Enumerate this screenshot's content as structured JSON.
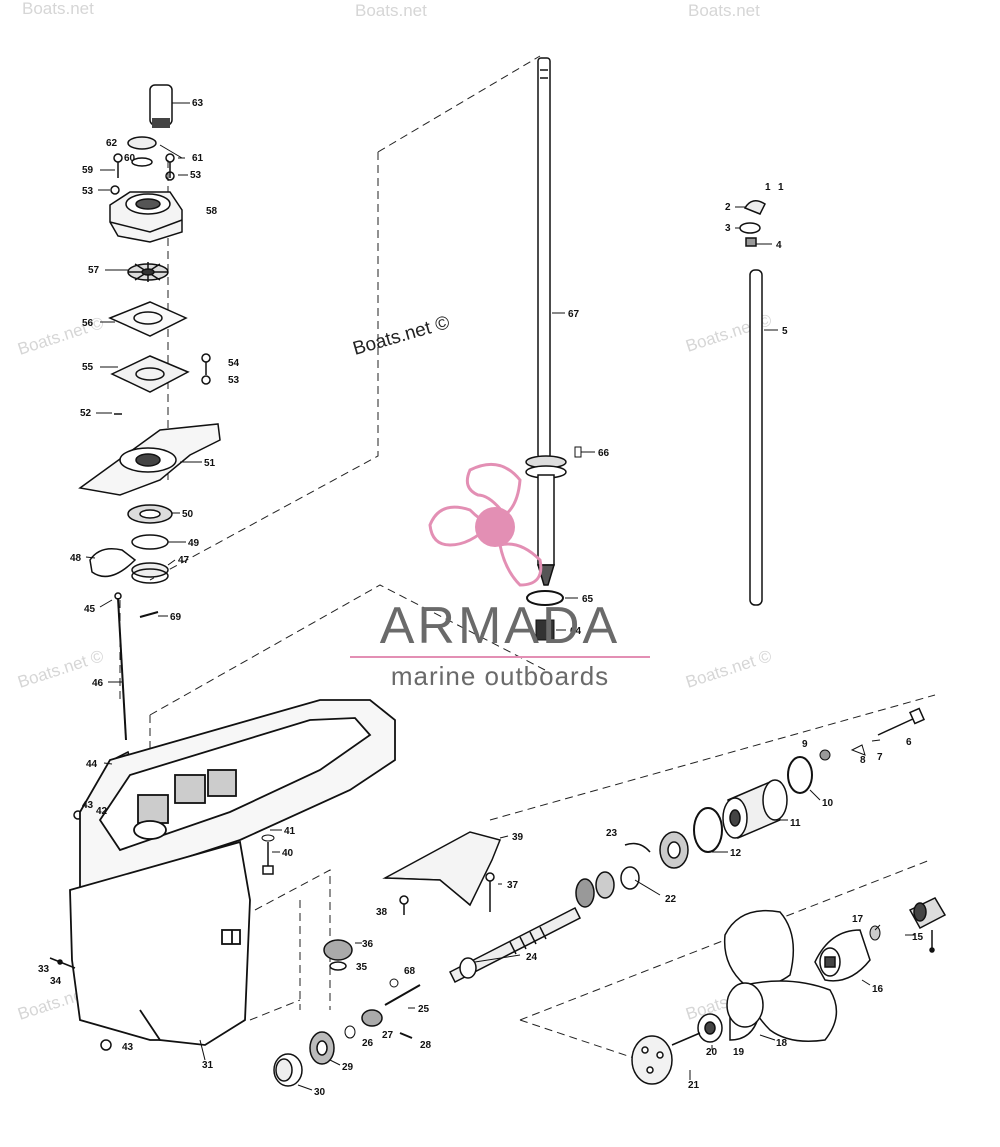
{
  "watermarks": {
    "corner": "Boats.net",
    "main": "Boats.net ©",
    "faint": "Boats.net ©"
  },
  "brand": {
    "name": "ARMADA",
    "tagline": "marine outboards",
    "accent_color": "#e38fb4",
    "text_color": "#6a6a6a"
  },
  "callouts": [
    {
      "id": "c1a",
      "label": "1"
    },
    {
      "id": "c1b",
      "label": "1"
    },
    {
      "id": "c2",
      "label": "2"
    },
    {
      "id": "c3",
      "label": "3"
    },
    {
      "id": "c4",
      "label": "4"
    },
    {
      "id": "c5",
      "label": "5"
    },
    {
      "id": "c6",
      "label": "6"
    },
    {
      "id": "c7",
      "label": "7"
    },
    {
      "id": "c8",
      "label": "8"
    },
    {
      "id": "c9",
      "label": "9"
    },
    {
      "id": "c10",
      "label": "10"
    },
    {
      "id": "c11",
      "label": "11"
    },
    {
      "id": "c12",
      "label": "12"
    },
    {
      "id": "c15",
      "label": "15"
    },
    {
      "id": "c16",
      "label": "16"
    },
    {
      "id": "c17",
      "label": "17"
    },
    {
      "id": "c18",
      "label": "18"
    },
    {
      "id": "c19",
      "label": "19"
    },
    {
      "id": "c20",
      "label": "20"
    },
    {
      "id": "c21",
      "label": "21"
    },
    {
      "id": "c22",
      "label": "22"
    },
    {
      "id": "c23",
      "label": "23"
    },
    {
      "id": "c24",
      "label": "24"
    },
    {
      "id": "c25",
      "label": "25"
    },
    {
      "id": "c26",
      "label": "26"
    },
    {
      "id": "c27",
      "label": "27"
    },
    {
      "id": "c28",
      "label": "28"
    },
    {
      "id": "c29",
      "label": "29"
    },
    {
      "id": "c30",
      "label": "30"
    },
    {
      "id": "c31",
      "label": "31"
    },
    {
      "id": "c33",
      "label": "33"
    },
    {
      "id": "c34",
      "label": "34"
    },
    {
      "id": "c35",
      "label": "35"
    },
    {
      "id": "c36",
      "label": "36"
    },
    {
      "id": "c37",
      "label": "37"
    },
    {
      "id": "c38",
      "label": "38"
    },
    {
      "id": "c39",
      "label": "39"
    },
    {
      "id": "c40",
      "label": "40"
    },
    {
      "id": "c41",
      "label": "41"
    },
    {
      "id": "c42",
      "label": "42"
    },
    {
      "id": "c43a",
      "label": "43"
    },
    {
      "id": "c43b",
      "label": "43"
    },
    {
      "id": "c44",
      "label": "44"
    },
    {
      "id": "c45",
      "label": "45"
    },
    {
      "id": "c46",
      "label": "46"
    },
    {
      "id": "c47",
      "label": "47"
    },
    {
      "id": "c48",
      "label": "48"
    },
    {
      "id": "c49",
      "label": "49"
    },
    {
      "id": "c50",
      "label": "50"
    },
    {
      "id": "c51",
      "label": "51"
    },
    {
      "id": "c52",
      "label": "52"
    },
    {
      "id": "c53a",
      "label": "53"
    },
    {
      "id": "c53b",
      "label": "53"
    },
    {
      "id": "c53c",
      "label": "53"
    },
    {
      "id": "c54",
      "label": "54"
    },
    {
      "id": "c55",
      "label": "55"
    },
    {
      "id": "c56",
      "label": "56"
    },
    {
      "id": "c57",
      "label": "57"
    },
    {
      "id": "c58",
      "label": "58"
    },
    {
      "id": "c59",
      "label": "59"
    },
    {
      "id": "c60",
      "label": "60"
    },
    {
      "id": "c61",
      "label": "61"
    },
    {
      "id": "c62",
      "label": "62"
    },
    {
      "id": "c63",
      "label": "63"
    },
    {
      "id": "c64",
      "label": "64"
    },
    {
      "id": "c65",
      "label": "65"
    },
    {
      "id": "c66",
      "label": "66"
    },
    {
      "id": "c67",
      "label": "67"
    },
    {
      "id": "c68",
      "label": "68"
    },
    {
      "id": "c69",
      "label": "69"
    }
  ]
}
